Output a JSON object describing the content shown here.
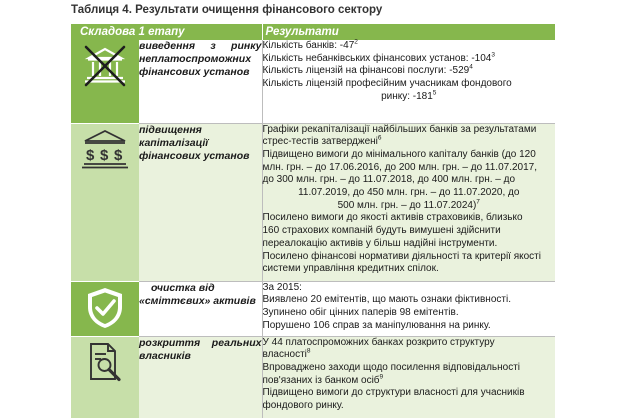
{
  "caption": "Таблиця 4. Результати очищення фінансового сектору",
  "header": {
    "stage": "Складова 1 етапу",
    "results": "Результати"
  },
  "colors": {
    "accent": "#86b74d",
    "accent_light": "#c7dfa9",
    "row_shade": "#eaf2dd"
  },
  "rows": [
    {
      "icon": "crossed-out-bank-icon",
      "stage": [
        "виведення з ринку",
        "неплатоспроможних",
        "фінансових установ"
      ],
      "results": [
        {
          "text": "Кількість банків: -47",
          "sup": "2"
        },
        {
          "text": "Кількість небанківських фінансових установ: -104",
          "sup": "3"
        },
        {
          "text": "Кількість  ліцензій на фінансові послуги: -529",
          "sup": "4"
        },
        {
          "text": "Кількість ліцензій професійним учасникам фондового",
          "sup": ""
        },
        {
          "text": "ринку: -181",
          "sup": "5"
        }
      ]
    },
    {
      "icon": "money-bank-icon",
      "stage": [
        "підвищення",
        "капіталізації",
        "фінансових установ"
      ],
      "results": [
        {
          "text": "Графіки рекапіталізації найбільших банків за результатами",
          "sup": ""
        },
        {
          "text": "стрес-тестів затверджені",
          "sup": "6"
        },
        {
          "text": "Підвищено вимоги до мінімального капіталу банків (до 120",
          "sup": ""
        },
        {
          "text": "млн. грн. – до 17.06.2016, до 200 млн. грн. – до 11.07.2017,",
          "sup": ""
        },
        {
          "text": "до 300 млн. грн. – до 11.07.2018, до 400 млн. грн. – до",
          "sup": ""
        },
        {
          "text": "11.07.2019, до 450 млн. грн. – до 11.07.2020, до",
          "sup": ""
        },
        {
          "text": "500 млн. грн. – до 11.07.2024)",
          "sup": "7"
        },
        {
          "text": "Посилено вимоги до якості активів страховиків, близько",
          "sup": ""
        },
        {
          "text": "160 страхових компаній будуть вимушені здійснити",
          "sup": ""
        },
        {
          "text": "переалокацію активів у більш надійні інструменти.",
          "sup": ""
        },
        {
          "text": "Посилено фінансові нормативи діяльності та критерії якості",
          "sup": ""
        },
        {
          "text": "системи управління кредитних спілок.",
          "sup": ""
        }
      ]
    },
    {
      "icon": "shield-check-icon",
      "stage": [
        "очистка від",
        "«сміттєвих» активів"
      ],
      "results": [
        {
          "text": "За 2015:",
          "sup": ""
        },
        {
          "text": "Виявлено 20 емітентів, що мають ознаки фіктивності.",
          "sup": ""
        },
        {
          "text": "Зупинено обіг цінних паперів  98 емітентів.",
          "sup": ""
        },
        {
          "text": "Порушено 106 справ за маніпулювання на ринку.",
          "sup": ""
        }
      ]
    },
    {
      "icon": "document-magnifier-icon",
      "stage": [
        "розкриття реальних",
        "власників"
      ],
      "results": [
        {
          "text": "У 44 платоспроможних банках розкрито структуру",
          "sup": ""
        },
        {
          "text": "власності",
          "sup": "8"
        },
        {
          "text": "Впроваджено заходи щодо посилення відповідальності",
          "sup": ""
        },
        {
          "text": "пов'язаних із банком осіб",
          "sup": "9"
        },
        {
          "text": "Підвищено вимоги до структури власності для  учасників",
          "sup": ""
        },
        {
          "text": "фондового ринку.",
          "sup": ""
        }
      ]
    }
  ]
}
